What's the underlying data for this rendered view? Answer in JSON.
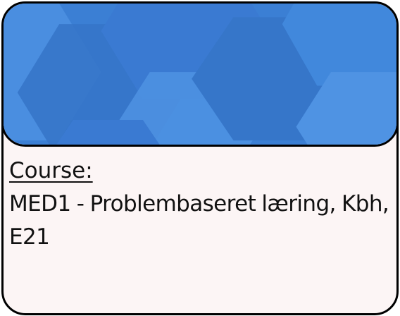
{
  "card": {
    "label": "Course:",
    "course_name": "MED1 - Problembaseret læring, Kbh, E21"
  },
  "banner": {
    "pattern": "hexagon",
    "base_color": "#3b7fd4",
    "hex_colors": [
      "#4a8ee0",
      "#3676c9",
      "#4188dc",
      "#3a7ad2",
      "#4f93e3"
    ]
  },
  "colors": {
    "card_background": "#fcf5f5",
    "border": "#000000",
    "text": "#111111"
  }
}
